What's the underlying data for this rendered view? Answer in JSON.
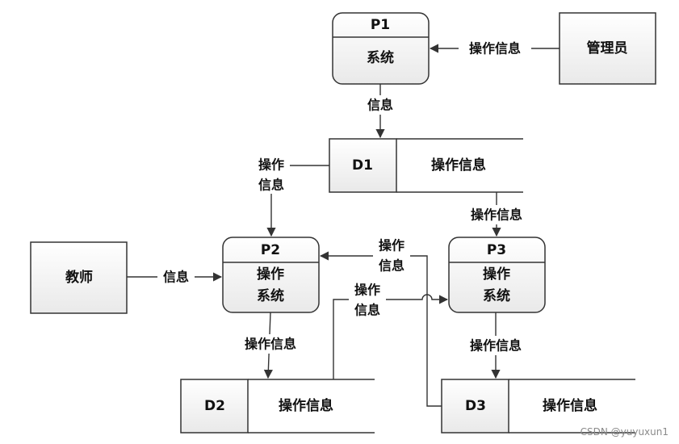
{
  "entities": {
    "admin": "管理员",
    "teacher": "教师"
  },
  "processes": {
    "p1": {
      "id": "P1",
      "name": "系统"
    },
    "p2": {
      "id": "P2",
      "name_line1": "操作",
      "name_line2": "系统"
    },
    "p3": {
      "id": "P3",
      "name_line1": "操作",
      "name_line2": "系统"
    }
  },
  "stores": {
    "d1": {
      "id": "D1",
      "name": "操作信息"
    },
    "d2": {
      "id": "D2",
      "name": "操作信息"
    },
    "d3": {
      "id": "D3",
      "name": "操作信息"
    }
  },
  "flows": {
    "admin_to_p1": "操作信息",
    "p1_to_d1": "信息",
    "d1_to_p2_line1": "操作",
    "d1_to_p2_line2": "信息",
    "d1_to_p3": "操作信息",
    "teacher_to_p2": "信息",
    "d3_to_p2_line1": "操作",
    "d3_to_p2_line2": "信息",
    "d2_to_p3_line1": "操作",
    "d2_to_p3_line2": "信息",
    "p2_to_d2": "操作信息",
    "p3_to_d3": "操作信息"
  },
  "watermark": "CSDN @yuyuxun1"
}
